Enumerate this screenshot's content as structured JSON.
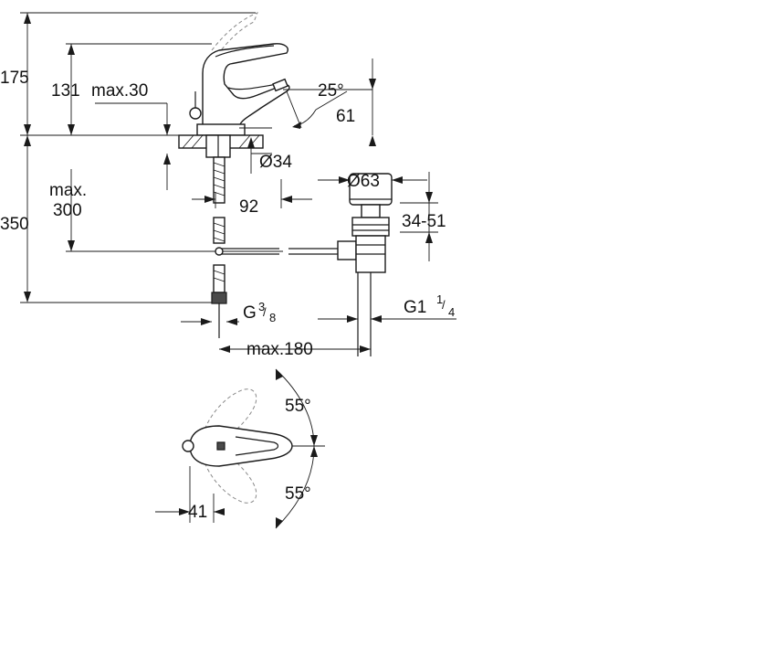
{
  "dimensions": {
    "height_top": "175",
    "height_spout": "131",
    "max_30": "max.30",
    "angle_spout": "25°",
    "spout_projection": "61",
    "hole_diameter": "Ø34",
    "max_label": "max.",
    "max_300": "300",
    "total_height": "350",
    "spout_reach": "92",
    "waste_diameter": "Ø63",
    "waste_range": "34-51",
    "thread_g": "G",
    "thread_g_num": "3",
    "thread_g_den": "8",
    "thread_g1": "G1",
    "thread_g1_num": "1",
    "thread_g1_den": "4",
    "max_180": "max.180",
    "angle_top": "55°",
    "angle_bottom": "55°",
    "lever_offset": "41"
  }
}
